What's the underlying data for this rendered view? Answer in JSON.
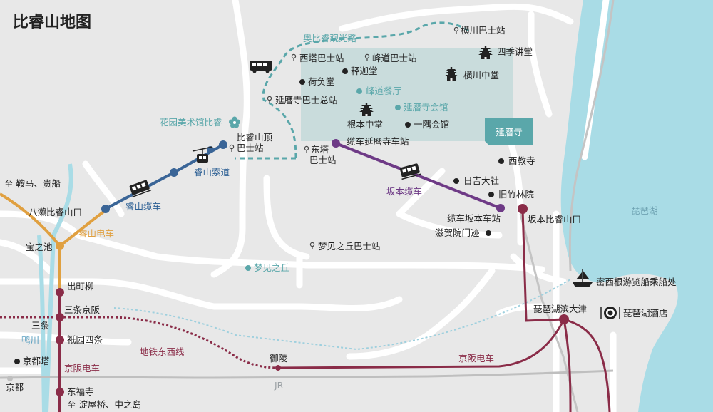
{
  "title": "比睿山地图",
  "colors": {
    "lake": "#a9dce6",
    "temple_area": "#c9dcdc",
    "road": "#ffffff",
    "background": "#e8e8e8",
    "eizan_cable": "#3a6597",
    "sakamoto_cable": "#6e3a86",
    "keihan": "#8a2c48",
    "eizan_railway": "#e0a040",
    "teal": "#5aa7aa"
  },
  "labels": {
    "okuhiei_driveway": "奥比睿观光路",
    "yokawa_bus": "横川巴士站",
    "shiki_kodo": "四季讲堂",
    "yokawa_chudo": "横川中堂",
    "saito_bus": "西塔巴士站",
    "mine_bus": "峰道巴士站",
    "ninaido": "荷负堂",
    "shakado": "释迦堂",
    "mine_restaurant": "峰道餐厅",
    "enryakuji_bus": "延曆寺巴士总站",
    "enryakuji_kaikan": "延曆寺会馆",
    "konponchudo": "根本中堂",
    "ichigu_kaikan": "一隅会馆",
    "enryakuji": "延曆寺",
    "garden_museum": "花园美术馆比睿",
    "summit_bus_1": "比睿山顶",
    "summit_bus_2": "巴士站",
    "toto_bus_1": "东塔",
    "toto_bus_2": "巴士站",
    "cable_enryakuji": "缆车延曆寺车站",
    "eizan_ropeway": "睿山索道",
    "eizan_cable": "睿山缆车",
    "sakamoto_cable": "坂本缆车",
    "nishi_kyoji": "西教寺",
    "hiyoshi": "日吉大社",
    "kyuchikurin": "旧竹林院",
    "cable_sakamoto": "缆车坂本车站",
    "shigain": "滋贺院门迹",
    "sakamoto_hieizanguchi": "坂本比睿山口",
    "kurama_kibune": "至 鞍马、贵船",
    "yase": "八濑比睿山口",
    "eizan_railway": "睿山电车",
    "takaragaike": "宝之池",
    "yumemigaoka_bus": "梦见之丘巴士站",
    "yumemigaoka": "梦见之丘",
    "biwako": "琵琶湖",
    "michigan_pier": "密西根游览船乘船处",
    "demachiyanagi": "出町柳",
    "sanjo_keihan": "三条京阪",
    "sanjo": "三条",
    "kamogawa": "鸭川",
    "gion_shijo": "祇园四条",
    "tozai_line": "地铁东西线",
    "biwako_hamaotsu": "琵琶湖滨大津",
    "biwako_hotel": "琵琶湖酒店",
    "kyoto_tower": "京都塔",
    "keihan_1": "京阪电车",
    "keihan_2": "京阪电车",
    "misasagi": "御陵",
    "jr": "JR",
    "kyoto": "京都",
    "tofukuji": "东福寺",
    "yodoyabashi": "至 淀屋桥、中之岛"
  },
  "icons": [
    "bus-icon",
    "pagoda-icon",
    "flower-icon",
    "ropeway-icon",
    "cable-car-icon",
    "boat-icon",
    "restaurant-icon",
    "pin-icon"
  ]
}
